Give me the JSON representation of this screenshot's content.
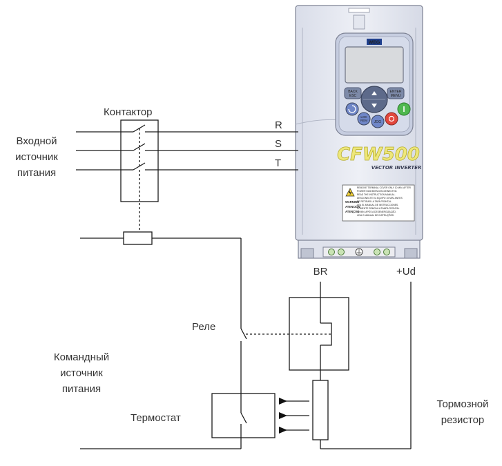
{
  "labels": {
    "contactor": "Контактор",
    "input_supply": [
      "Входной",
      "источник",
      "питания"
    ],
    "phase_r": "R",
    "phase_s": "S",
    "phase_t": "T",
    "relay": "Реле",
    "command_supply": [
      "Командный",
      "источник",
      "питания"
    ],
    "thermostat": "Термостат",
    "terminal_br": "BR",
    "terminal_ud": "+Ud",
    "brake_resistor": [
      "Тормозной",
      "резистор"
    ]
  },
  "inverter": {
    "brand": "WEG",
    "model": "CFW500",
    "subtitle": "VECTOR INVERTER",
    "keys": {
      "back": [
        "BACK",
        "ESC"
      ],
      "enter": [
        "ENTER",
        "MENU"
      ],
      "loc_rem": [
        "LOC",
        "REM"
      ],
      "jog": "JOG"
    },
    "warning_lines": [
      "REMOVE TERMINAL COVER ONLY 10 MIN. AFTER",
      "POWER HAS BEEN DISCONNECTED.",
      "READ THE INSTRUCTION MANUAL.",
      "DESCONECTE EL EQUIPO 10 MIN. ANTES",
      "DE RETIRAR LA TAPA FRONTAL.",
      "LEA EL MANUAL DE INSTRUCCIONES.",
      "SOMENTE REMOVA A TAMPA FRONTAL",
      "10 MIN. APÓS A DESENERGIZAÇÃO.",
      "LEIA O MANUAL DE INSTRUÇÕES."
    ],
    "warning_words": [
      "WARNING",
      "ATENCIÓN",
      "ATENÇÃO"
    ]
  },
  "colors": {
    "wire": "#1a1a1a",
    "inverter_body": "#e8ebf3",
    "keypad_bezel": "#c6cde0",
    "display": "#d8dadd",
    "key_blue": "#6f86c7",
    "key_green": "#4fb84f",
    "key_red": "#e2463d",
    "model_yellow": "#e8e05a"
  }
}
